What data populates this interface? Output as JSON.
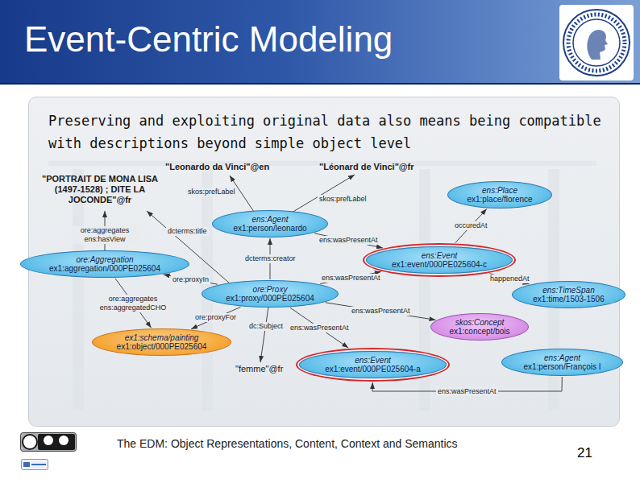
{
  "diagram": {
    "title": "Event-Centric Modeling",
    "nodes": [
      {
        "text": [
          "ens:Place",
          "ex1:place/florence"
        ]
      },
      {
        "text": [
          "ens:Agent",
          "ex1:person/leonardo"
        ]
      },
      {
        "text": [
          "ore:Aggregation",
          "ex1:aggregation/000PE025604"
        ]
      },
      {
        "text": [
          "ens:Event",
          "ex1:event/000PE025604-c"
        ]
      },
      {
        "text": [
          "ore:Proxy",
          "ex1:proxy/000PE025604"
        ]
      },
      {
        "text": [
          "ens:TimeSpan",
          "ex1:time/1503-1506"
        ]
      },
      {
        "text": [
          "skos:Concept",
          "ex1:concept/bois"
        ]
      },
      {
        "text": [
          "ex1:schema/painting",
          "ex1:object/000PE025604"
        ]
      },
      {
        "text": [
          "ens:Event",
          "ex1:event/000PE025604-a"
        ]
      },
      {
        "text": [
          "ens:Agent",
          "ex1:person/François I"
        ]
      }
    ],
    "edges": [
      {
        "from": 1,
        "to": 3,
        "label": "ens:wasPresentAt",
        "arrow": "to"
      },
      {
        "from": 3,
        "to": 0,
        "label": "occuredAt",
        "arrow": "to"
      },
      {
        "from": 3,
        "to": 5,
        "label": "happenedAt",
        "arrow": "to"
      },
      {
        "from": 4,
        "to": 1,
        "label": "dcterms:creator",
        "arrow": "to"
      },
      {
        "from": 4,
        "to": 3,
        "label": "ens:wasPresentAt",
        "arrow": "to"
      },
      {
        "from": 4,
        "to": 2,
        "label": "ore:proxyIn",
        "arrow": "to"
      },
      {
        "from": 2,
        "to": 7,
        "label": "ore:aggregates ens:aggregatedCHO",
        "arrow": "to"
      },
      {
        "from": 4,
        "to": 7,
        "label": "ore:proxyFor",
        "arrow": "to"
      },
      {
        "from": 4,
        "to": 8,
        "label": "ens:wasPresentAt",
        "arrow": "to"
      },
      {
        "from": 4,
        "to": 6,
        "label": "ens:wasPresentAt",
        "arrow": "to"
      },
      {
        "from": 9,
        "to": 8,
        "label": "ens:wasPresentAt",
        "arrow": "to"
      }
    ],
    "labels": [
      "Preserving and exploiting original data also means being compatible with descriptions beyond simple object level",
      "\"PORTRAIT DE MONA LISA (1497-1528) ; DITE LA JOCONDE\"@fr",
      "\"Leonardo da Vinci\"@en",
      "\"Léonard de Vinci\"@fr",
      "skos:prefLabel",
      "skos:prefLabel",
      "dcterms:title",
      "ore:aggregates ens:hasView",
      "dc:Subject",
      "\"femme\"@fr",
      "The EDM: Object Representations, Content, Context and Semantics",
      "21"
    ]
  }
}
